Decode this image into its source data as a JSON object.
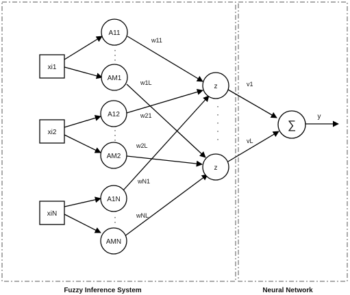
{
  "regions": {
    "fuzzy": "Fuzzy Inference System",
    "neural": "Neural Network"
  },
  "inputs": [
    "xi1",
    "xi2",
    "xiN"
  ],
  "membership": [
    "A11",
    "AM1",
    "A12",
    "AM2",
    "A1N",
    "AMN"
  ],
  "rule_nodes": [
    "z",
    "z"
  ],
  "weights": {
    "w11": "w11",
    "w1L": "w1L",
    "w21": "w21",
    "w2L": "w2L",
    "wN1": "wN1",
    "wNL": "wNL",
    "v1": "v1",
    "vL": "vL"
  },
  "sum": "∑",
  "output": "y",
  "dots": "·"
}
